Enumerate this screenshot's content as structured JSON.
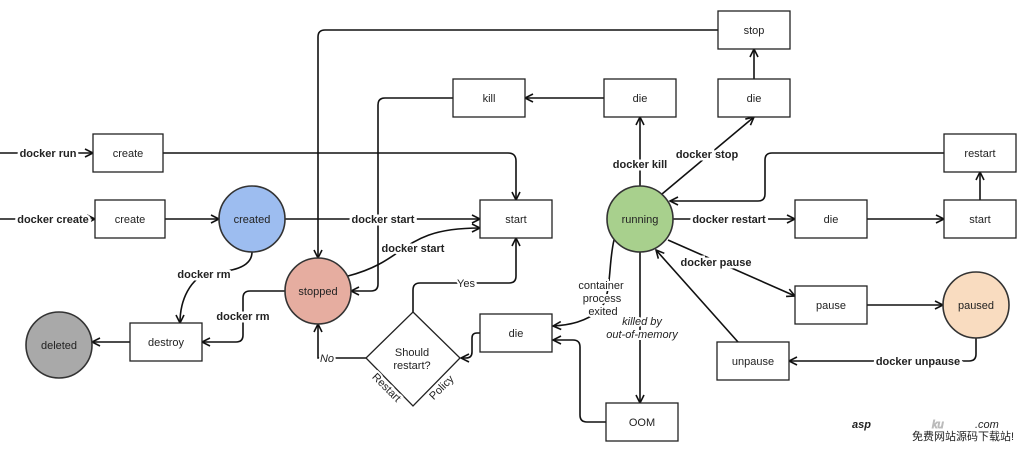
{
  "states": {
    "created": {
      "label": "created",
      "color": "#9dbdf0"
    },
    "stopped": {
      "label": "stopped",
      "color": "#e6ada0"
    },
    "running": {
      "label": "running",
      "color": "#a8d08d"
    },
    "paused": {
      "label": "paused",
      "color": "#f9dcc0"
    },
    "deleted": {
      "label": "deleted",
      "color": "#a9a9a9"
    }
  },
  "boxes": {
    "create_run": "create",
    "create_create": "create",
    "destroy": "destroy",
    "start": "start",
    "kill": "kill",
    "die_kill": "die",
    "stop": "stop",
    "die_stop": "die",
    "restart": "restart",
    "die_restart": "die",
    "start_restart": "start",
    "pause": "pause",
    "unpause": "unpause",
    "die_exit": "die",
    "oom": "OOM"
  },
  "decision": {
    "line1": "Should",
    "line2": "restart?",
    "edge_left": "Restart",
    "edge_right": "Policy",
    "yes": "Yes",
    "no": "No"
  },
  "commands": {
    "docker_run": "docker run",
    "docker_create": "docker create",
    "docker_start_created": "docker start",
    "docker_start_stopped": "docker start",
    "docker_rm_created": "docker rm",
    "docker_rm_stopped": "docker rm",
    "docker_kill": "docker kill",
    "docker_stop": "docker stop",
    "docker_restart": "docker restart",
    "docker_pause": "docker pause",
    "docker_unpause": "docker unpause"
  },
  "annotations": {
    "exited_1": "container",
    "exited_2": "process",
    "exited_3": "exited",
    "oom_1": "killed by",
    "oom_2": "out-of-memory"
  },
  "watermark": {
    "brand": "asp",
    "brand2": "ku",
    "tld": ".com",
    "sub": "免费网站源码下载站!",
    "color": "#d0161b"
  }
}
